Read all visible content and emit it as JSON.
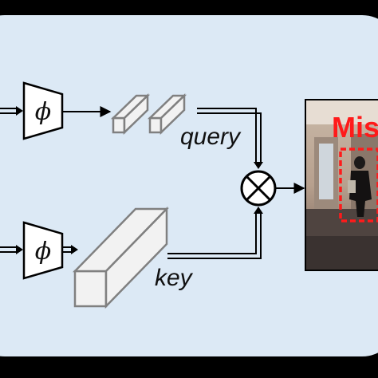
{
  "labels": {
    "query": "query",
    "key": "key",
    "encoder_symbol": "ϕ",
    "fused_symbol": "⊗",
    "overlay_text": "Mis"
  },
  "colors": {
    "background_outer": "#000000",
    "panel_fill": "#dce9f5",
    "panel_border": "#000000",
    "block_face": "#f2f2f2",
    "block_edge": "#808080",
    "overlay_red": "#ff1a1a"
  },
  "icons": {
    "encoder": "trapezoid-phi",
    "fusion": "circled-times",
    "frame": "video-frame-photo"
  }
}
